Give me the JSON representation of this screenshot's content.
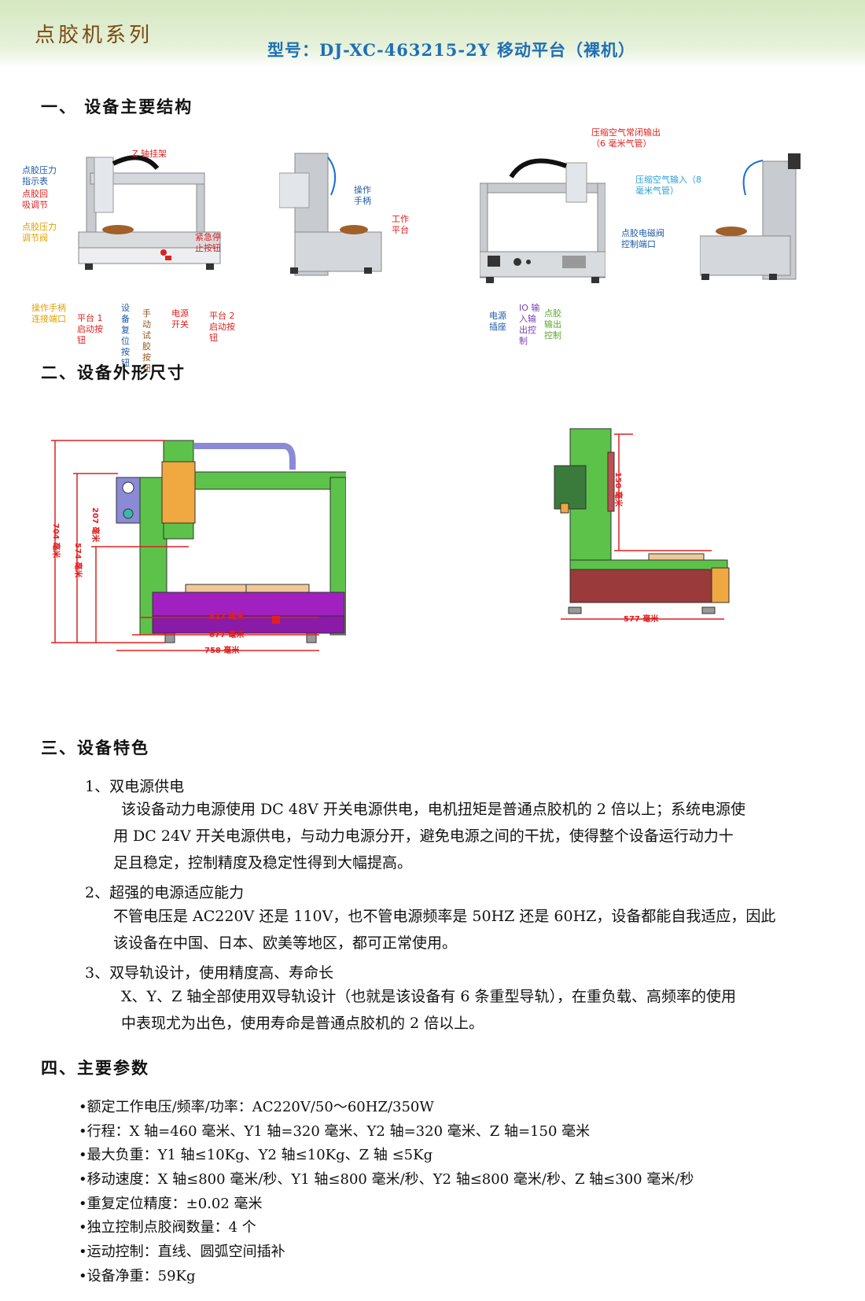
{
  "header": {
    "series": "点胶机系列",
    "model": "型号：DJ-XC-463215-2Y 移动平台（裸机）"
  },
  "sections": {
    "s1": "一、 设备主要结构",
    "s2": "二、设备外形尺寸",
    "s3": "三、设备特色",
    "s4": "四、主要参数"
  },
  "labels": {
    "z_frame": "Z 轴挂架",
    "pressure_gauge": "点胶压力指示表",
    "suckback": "点胶回吸调节",
    "pressure_valve": "点胶压力调节阀",
    "estop": "紧急停止按钮",
    "handle_port": "操作手柄连接端口",
    "p1_start": "平台 1 启动按钮",
    "reset": "设备复位按钮",
    "manual_test": "手动试胶按钮",
    "power_switch": "电源开关",
    "p2_start": "平台 2 启动按钮",
    "handle": "操作手柄",
    "worktable": "工作平台",
    "air_out": "压缩空气常闭输出（6 毫米气管）",
    "air_in": "压缩空气输入（8 毫米气管）",
    "valve_port": "点胶电磁阀控制端口",
    "power_socket": "电源插座",
    "io": "IO 输入输出控制",
    "glue_out": "点胶输出控制"
  },
  "dimensions": {
    "h704": "704 毫米",
    "h574": "574 毫米",
    "h207": "207 毫米",
    "w617": "617 毫米",
    "w677": "677 毫米",
    "w758": "758 毫米",
    "h150": "150 毫米",
    "w577": "577 毫米"
  },
  "features": [
    {
      "title": "1、双电源供电",
      "lines": [
        "该设备动力电源使用 DC 48V 开关电源供电，电机扭矩是普通点胶机的 2 倍以上；系统电源使",
        "用 DC 24V 开关电源供电，与动力电源分开，避免电源之间的干扰，使得整个设备运行动力十",
        "足且稳定，控制精度及稳定性得到大幅提高。"
      ]
    },
    {
      "title": "2、超强的电源适应能力",
      "lines": [
        "不管电压是 AC220V 还是 110V，也不管电源频率是 50HZ 还是 60HZ，设备都能自我适应，因此",
        "该设备在中国、日本、欧美等地区，都可正常使用。"
      ]
    },
    {
      "title": "3、双导轨设计，使用精度高、寿命长",
      "lines": [
        "X、Y、Z 轴全部使用双导轨设计（也就是该设备有 6 条重型导轨），在重负载、高频率的使用",
        "中表现尤为出色，使用寿命是普通点胶机的 2 倍以上。"
      ]
    }
  ],
  "params": [
    "•额定工作电压/频率/功率：AC220V/50～60HZ/350W",
    "•行程：X 轴=460 毫米、Y1 轴=320 毫米、Y2 轴=320 毫米、Z 轴=150 毫米",
    "•最大负重：Y1 轴≤10Kg、Y2 轴≤10Kg、Z 轴 ≤5Kg",
    "•移动速度：X 轴≤800 毫米/秒、Y1 轴≤800 毫米/秒、Y2 轴≤800 毫米/秒、Z 轴≤300 毫米/秒",
    "•重复定位精度：±0.02 毫米",
    "•独立控制点胶阀数量：4 个",
    "•运动控制：直线、圆弧空间插补",
    "•设备净重：59Kg"
  ]
}
